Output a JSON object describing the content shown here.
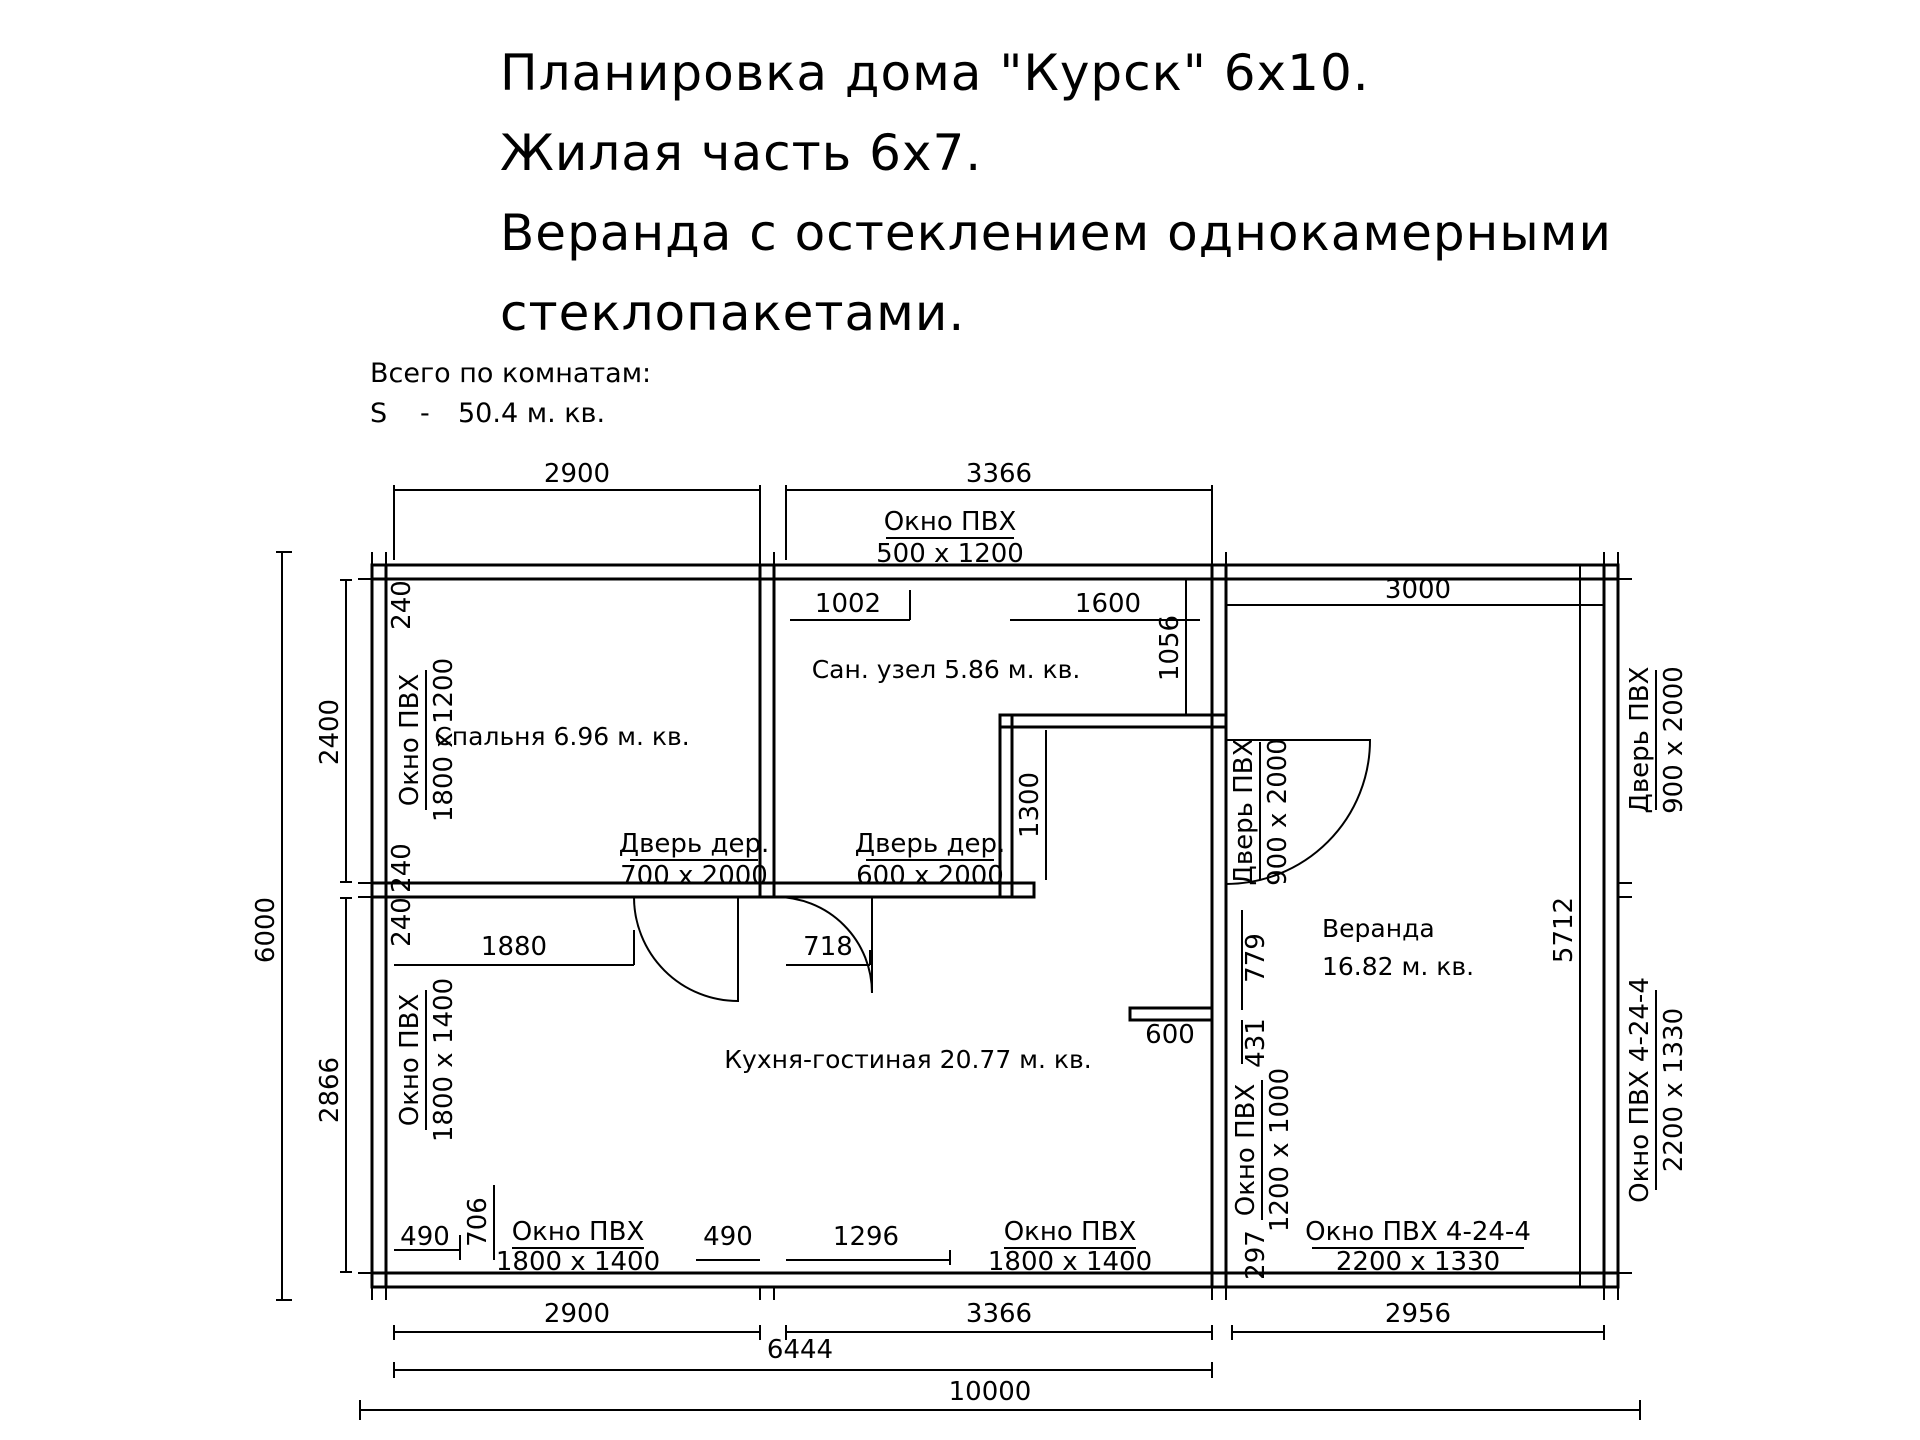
{
  "title": {
    "line1": "Планировка дома \"Курск\" 6х10.",
    "line2": "Жилая часть 6х7.",
    "line3": "Веранда с остеклением однокамерными",
    "line4": "стеклопакетами."
  },
  "summary": {
    "label": "Всего по комнатам:",
    "s_symbol": "S",
    "dash": "-",
    "value": "50.4 м. кв."
  },
  "rooms": {
    "bedroom": "Спальня 6.96 м. кв.",
    "bathroom": "Сан. узел 5.86 м. кв.",
    "kitchen_living": "Кухня-гостиная  20.77 м. кв.",
    "veranda_name": "Веранда",
    "veranda_area": "16.82 м. кв."
  },
  "openings": {
    "win_top_name": "Окно ПВХ",
    "win_top_size": "500 x 1200",
    "win_bed_name": "Окно ПВХ",
    "win_bed_size": "1800 x 1200",
    "win_kitchen_left_name": "Окно ПВХ",
    "win_kitchen_left_size": "1800 x 1400",
    "win_bottom_left_name": "Окно ПВХ",
    "win_bottom_left_size": "1800 x 1400",
    "win_bottom_mid_name": "Окно ПВХ",
    "win_bottom_mid_size": "1800 x 1400",
    "win_small_name": "Окно ПВХ",
    "win_small_size": "1200 x 1000",
    "win_ver_bottom_name": "Окно ПВХ 4-24-4",
    "win_ver_bottom_size": "2200 x 1330",
    "win_ver_right_name": "Окно ПВХ 4-24-4",
    "win_ver_right_size": "2200 x 1330",
    "door_bed_name": "Дверь дер.",
    "door_bed_size": "700 x 2000",
    "door_bath_name": "Дверь дер.",
    "door_bath_size": "600 x 2000",
    "door_inner_pvc_name": "Дверь ПВХ",
    "door_inner_pvc_size": "900 x 2000",
    "door_outer_pvc_name": "Дверь ПВХ",
    "door_outer_pvc_size": "900 x 2000"
  },
  "dimensions": {
    "top_left": "2900",
    "top_mid": "3366",
    "bath_1002": "1002",
    "bath_1600": "1600",
    "ver_top": "3000",
    "bath_1056": "1056",
    "bath_1300": "1300",
    "left_2400": "2400",
    "left_240a": "240",
    "left_240b": "240",
    "left_240c": "240",
    "d_1880": "1880",
    "d_718": "718",
    "total_6000": "6000",
    "left_2866": "2866",
    "d_779": "779",
    "d_600": "600",
    "d_431": "431",
    "d_5712": "5712",
    "d_490a": "490",
    "d_706": "706",
    "d_490b": "490",
    "d_1296": "1296",
    "d_297": "297",
    "bot_2900": "2900",
    "bot_3366": "3366",
    "bot_2956": "2956",
    "bot_6444": "6444",
    "bot_10000": "10000"
  }
}
